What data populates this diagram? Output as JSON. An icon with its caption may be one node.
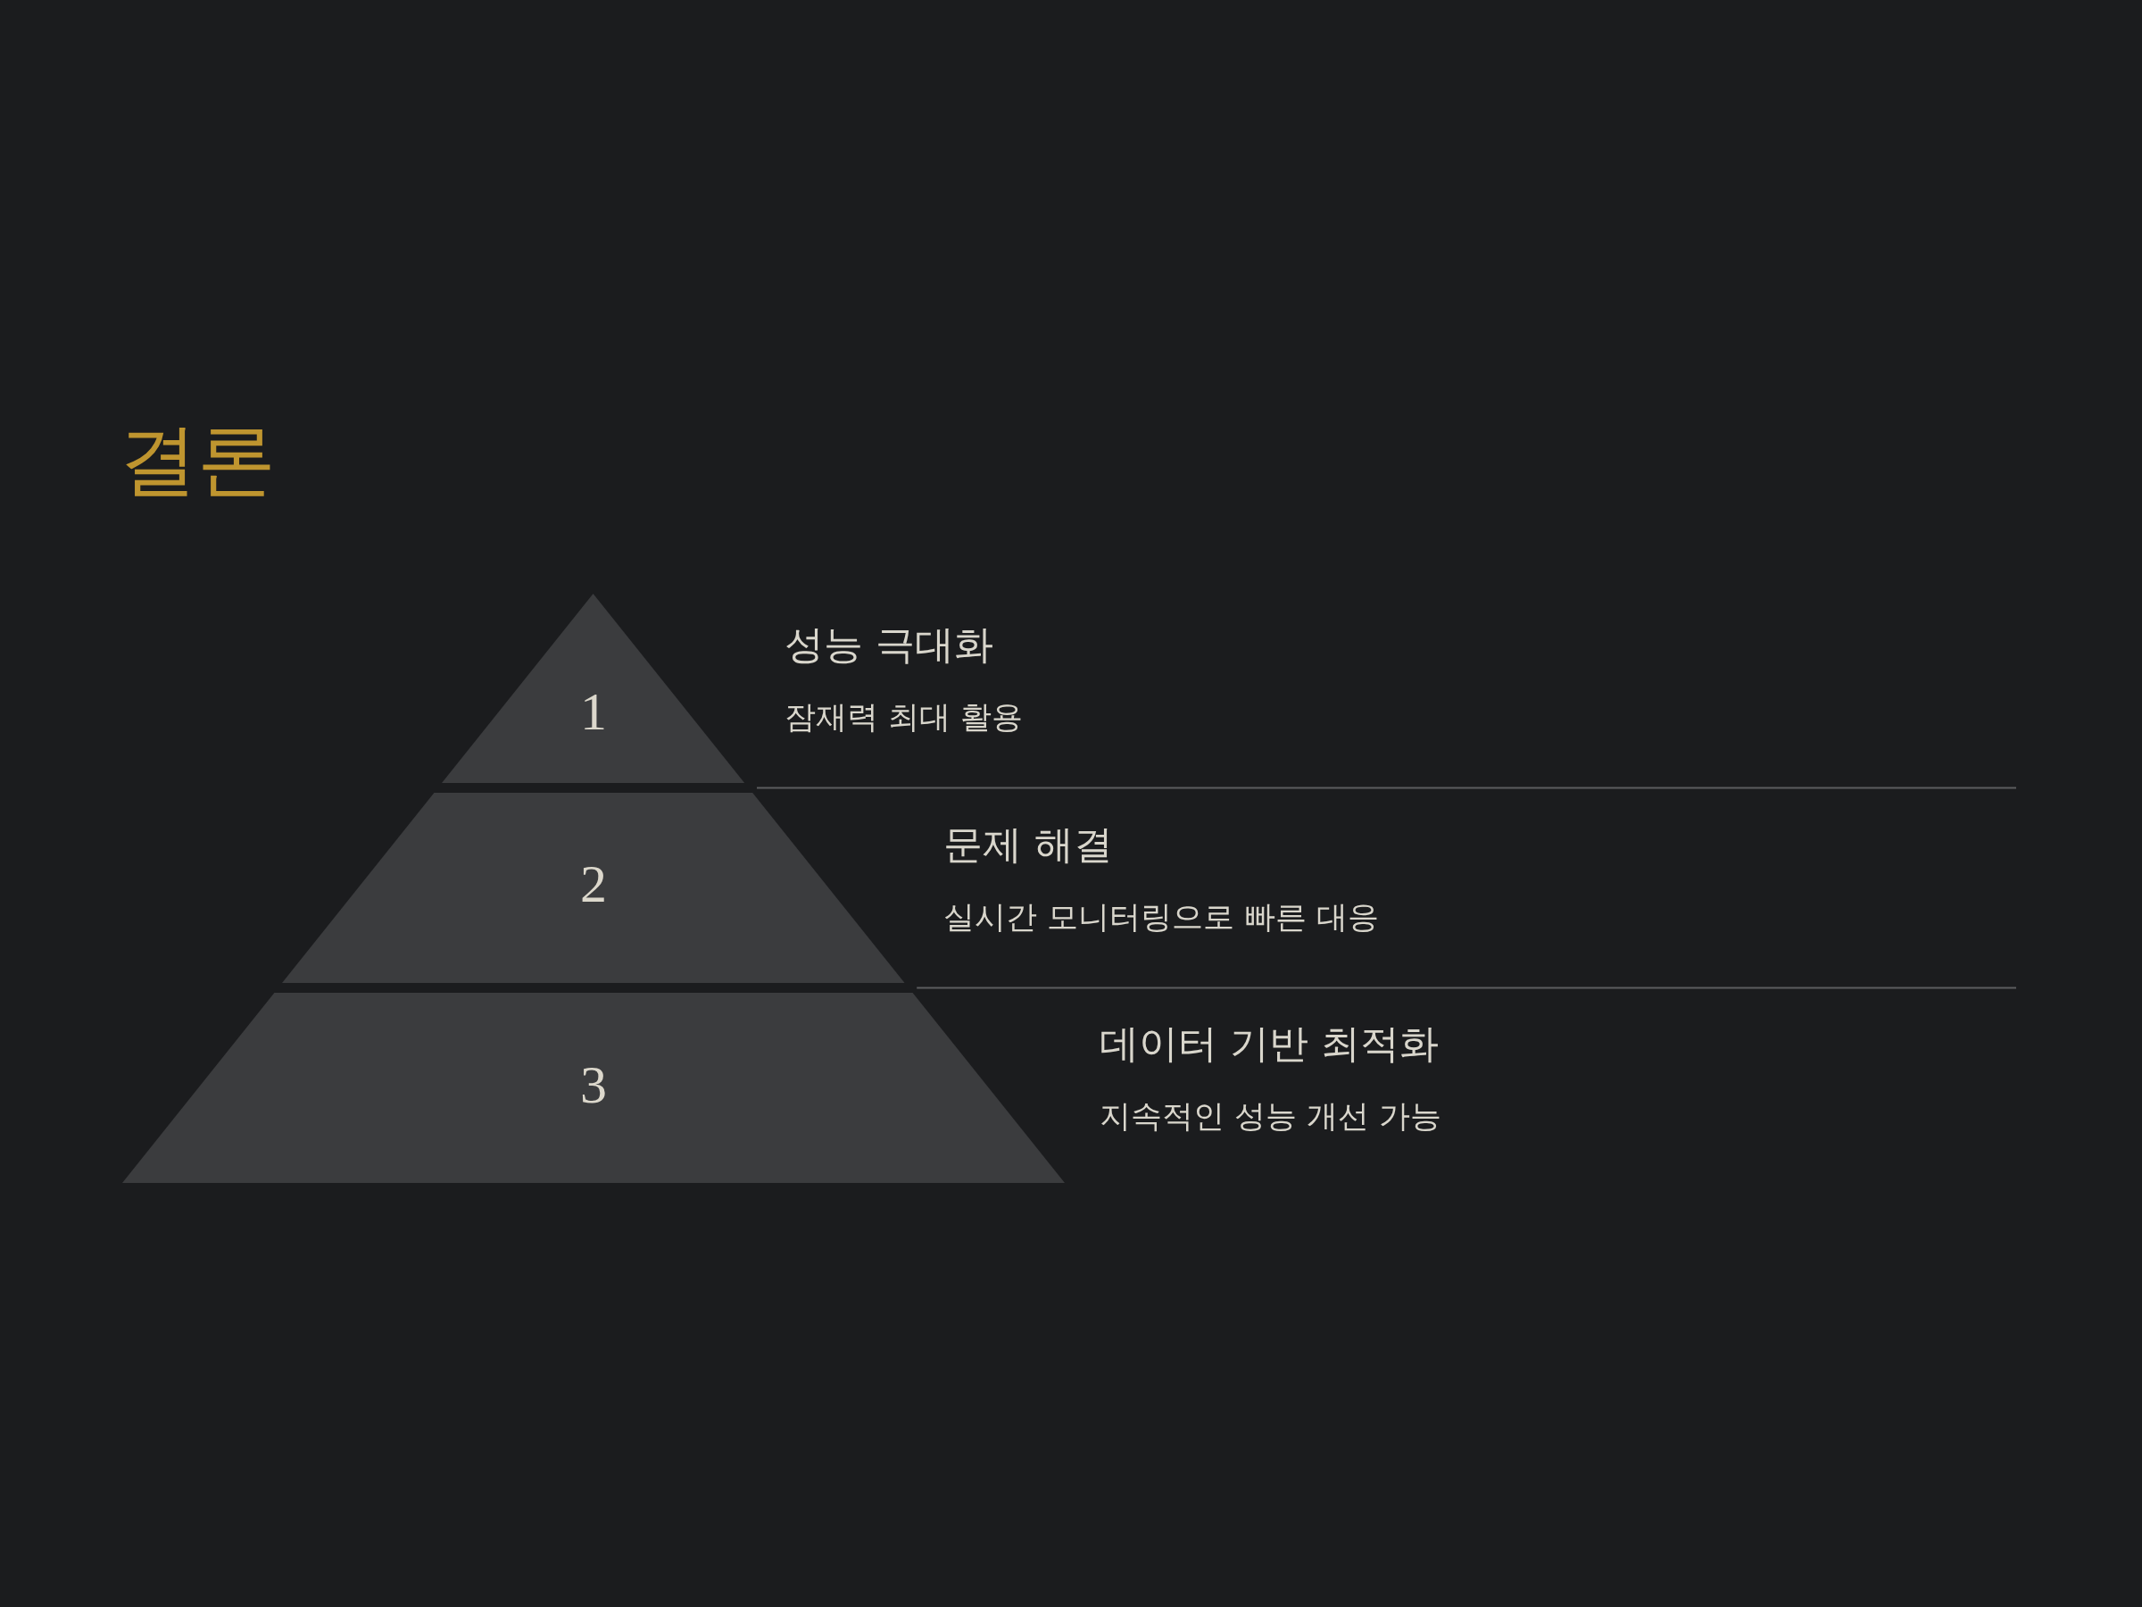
{
  "diagram": {
    "title": "결론",
    "nodes": [
      {
        "text": [
          "1"
        ],
        "beside": [
          "성능 극대화",
          "잠재력 최대 활용"
        ]
      },
      {
        "text": [
          "2"
        ],
        "beside": [
          "문제 해결",
          "실시간 모니터링으로 빠른 대응"
        ]
      },
      {
        "text": [
          "3"
        ],
        "beside": [
          "데이터 기반 최적화",
          "지속적인 성능 개선 가능"
        ]
      }
    ]
  }
}
